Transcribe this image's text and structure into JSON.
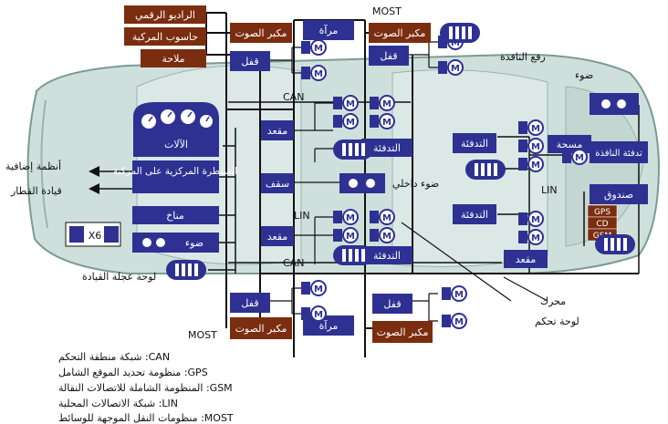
{
  "colors": {
    "car_body": "#cfe0dc",
    "car_outline": "#7a9a96",
    "ecu_blue": "#2e3192",
    "ecu_brown": "#7b2d10",
    "bus_black": "#111111",
    "text_white": "#ffffff"
  },
  "brown_modules": {
    "digital_radio": "الراديو الرقمي",
    "navigation_computer": "حاسوب المركبة",
    "navigation": "ملاحة",
    "speaker_top_left": "مكبر الصوت",
    "speaker_top_right": "مكبر الصوت",
    "speaker_bottom_left": "مكبر الصوت",
    "speaker_bottom_right": "مكبر الصوت",
    "gps": "GPS",
    "cd": "CD",
    "gsm": "GSM"
  },
  "blue_modules": {
    "instruments": "الآلات",
    "central_control": "السيطرة المركزية على المركبة",
    "climate": "مناخ",
    "light_left": "ضوء",
    "lock_top_left": "قفل",
    "lock_top_right": "قفل",
    "lock_bottom_left": "قفل",
    "lock_bottom_right": "قفل",
    "seat_top": "مقعد",
    "seat_middle": "مقعد",
    "seat_right": "مقعد",
    "roof": "سقف",
    "mirror_top": "مرآة",
    "mirror_bottom": "مرآة",
    "heater_1": "التدفئة",
    "heater_2": "التدفئة",
    "heater_3": "التدفئة",
    "heater_4": "التدفئة",
    "wiper": "مسحة",
    "window_heater": "تدفئة النافذة",
    "trunk": "صندوق"
  },
  "labels": {
    "most_top": "MOST",
    "most_bottom": "MOST",
    "can_top": "CAN",
    "can_bottom": "CAN",
    "lin_left": "LIN",
    "lin_right": "LIN",
    "window_lift": "رفع النافذة",
    "light_right": "ضوء",
    "interior_light": "ضوء داخلي",
    "additional_systems": "أنظمة إضافية",
    "train_driving": "قيادة القطار",
    "x6": "X6",
    "steering_wheel": "لوحة عجلة القيادة",
    "engine": "محرك",
    "control_panel": "لوحة تحكم"
  },
  "legend": [
    "CAN: شبكة منطقة التحكم",
    "GPS: منظومة تحديد الموقع الشامل",
    "GSM: المنظومة الشاملة للاتصالات النقالة",
    "LIN: شبكة الاتصالات المحلية",
    "MOST: منظومات النقل الموجهة للوسائط"
  ]
}
